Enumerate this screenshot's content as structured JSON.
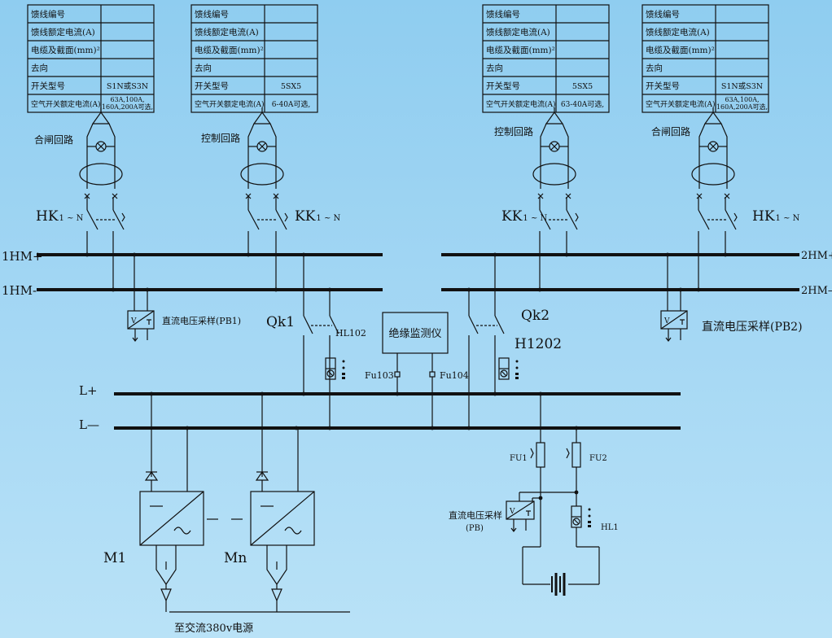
{
  "feeder_tables": [
    {
      "rows": [
        {
          "label": "馈线编号",
          "value": ""
        },
        {
          "label": "馈线额定电流(A)",
          "value": ""
        },
        {
          "label": "电缆及截面(mm)²",
          "value": ""
        },
        {
          "label": "去向",
          "value": ""
        },
        {
          "label": "开关型号",
          "value": "S1N或S3N"
        },
        {
          "label": "空气开关额定电流(A)",
          "value": "63A,100A,|160A,200A可选,"
        }
      ]
    },
    {
      "rows": [
        {
          "label": "馈线编号",
          "value": ""
        },
        {
          "label": "馈线额定电流(A)",
          "value": ""
        },
        {
          "label": "电缆及截面(mm)²",
          "value": ""
        },
        {
          "label": "去向",
          "value": ""
        },
        {
          "label": "开关型号",
          "value": "5SX5"
        },
        {
          "label": "空气开关额定电流(A)",
          "value": "6-40A可选,"
        }
      ]
    },
    {
      "rows": [
        {
          "label": "馈线编号",
          "value": ""
        },
        {
          "label": "馈线额定电流(A)",
          "value": ""
        },
        {
          "label": "电缆及截面(mm)²",
          "value": ""
        },
        {
          "label": "去向",
          "value": ""
        },
        {
          "label": "开关型号",
          "value": "5SX5"
        },
        {
          "label": "空气开关额定电流(A)",
          "value": "63-40A可选,"
        }
      ]
    },
    {
      "rows": [
        {
          "label": "馈线编号",
          "value": ""
        },
        {
          "label": "馈线额定电流(A)",
          "value": ""
        },
        {
          "label": "电缆及截面(mm)²",
          "value": ""
        },
        {
          "label": "去向",
          "value": ""
        },
        {
          "label": "开关型号",
          "value": "S1N或S3N"
        },
        {
          "label": "空气开关额定电流(A)",
          "value": "63A,100A,|160A,200A可选,"
        }
      ]
    }
  ],
  "circuit_labels": {
    "closing_circuit_1": "合闸回路",
    "control_circuit_1": "控制回路",
    "control_circuit_2": "控制回路",
    "closing_circuit_2": "合闸回路"
  },
  "switch_labels": {
    "hk_left": "HK",
    "kk_left": "KK",
    "kk_right": "KK",
    "hk_right": "HK",
    "range": "1 ~ N"
  },
  "bus_labels": {
    "hm1_pos": "1HM+",
    "hm1_neg": "1HM-",
    "hm2_pos": "2HM+",
    "hm2_neg": "2HM—",
    "l_pos": "L+",
    "l_neg": "L—"
  },
  "components": {
    "pb1": "直流电压采样(PB1)",
    "pb2": "直流电压采样(PB2)",
    "qk1": "Qk1",
    "qk2": "Qk2",
    "hl102": "HL102",
    "h1202": "H1202",
    "insulation_monitor": "绝缘监测仪",
    "fu103": "Fu103",
    "fu104": "Fu104",
    "fu1": "FU1",
    "fu2": "FU2",
    "pb_line1": "直流电压采样",
    "pb_line2": "(PB)",
    "hl1": "HL1",
    "m1": "M1",
    "mn": "Mn",
    "ac_source": "至交流380v电源",
    "meter_v": "V"
  }
}
